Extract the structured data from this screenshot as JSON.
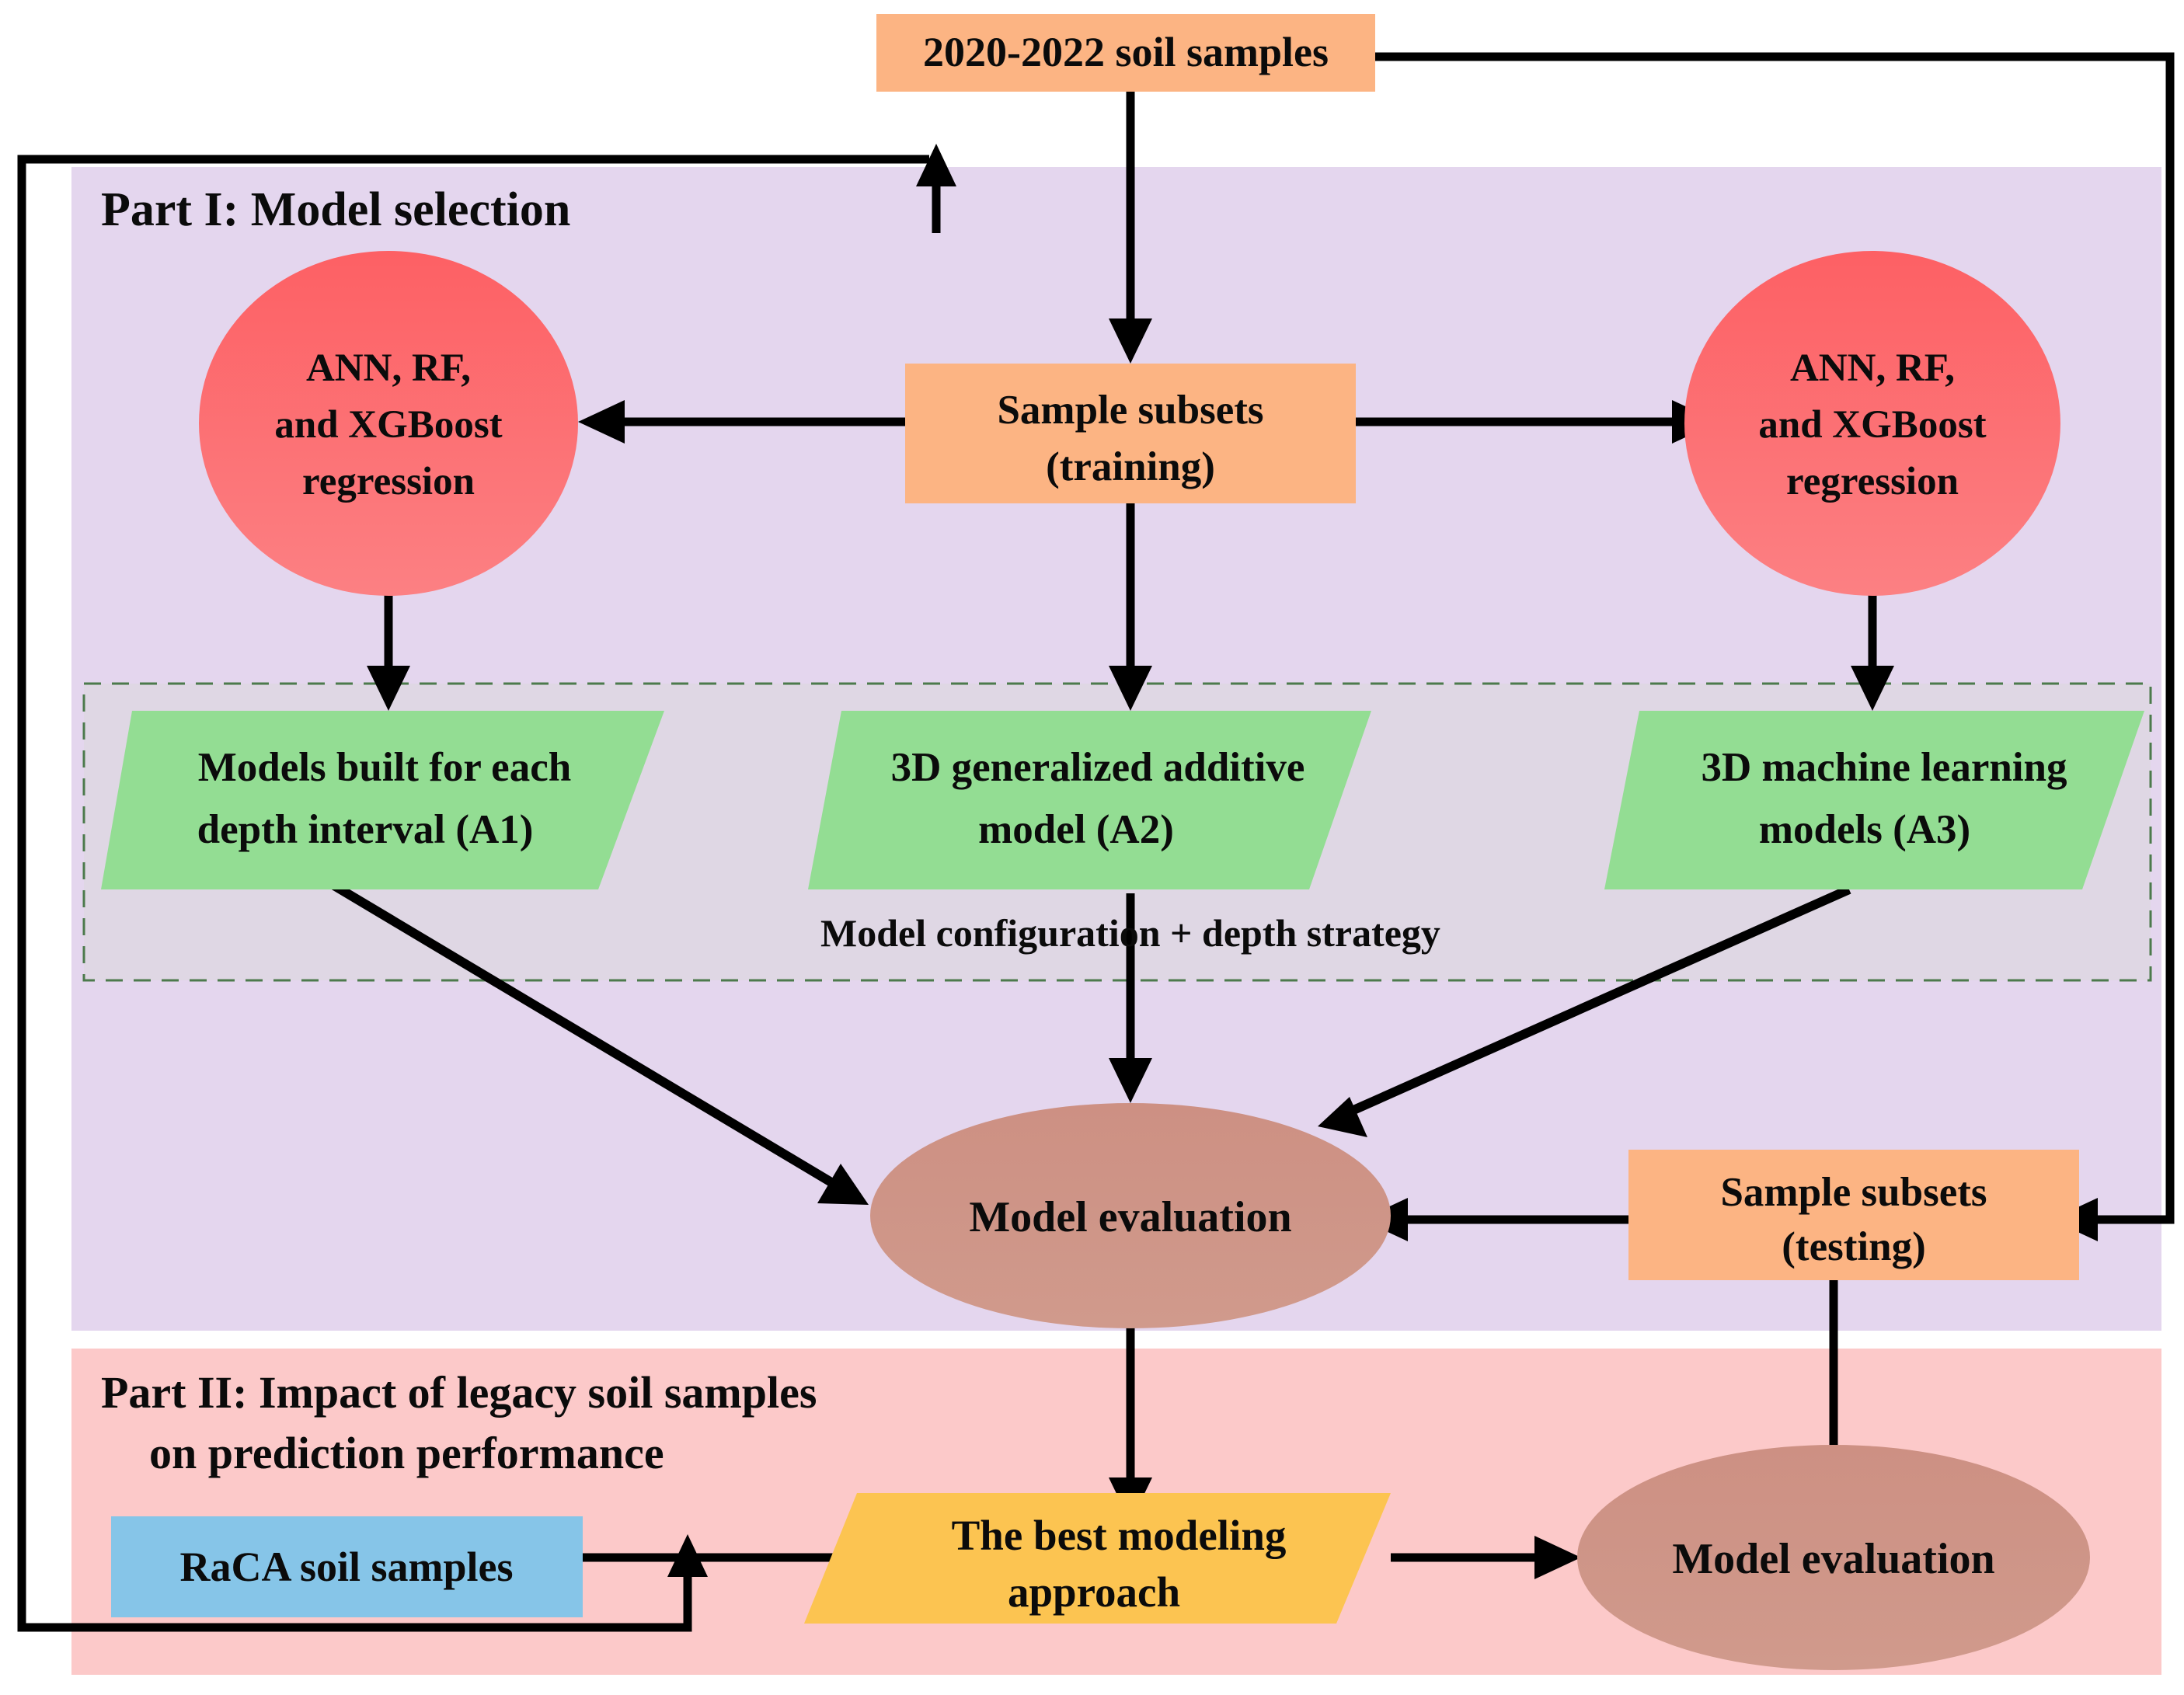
{
  "figure": {
    "type": "flowchart",
    "description": "Two-part soil-property modeling workflow diagram"
  },
  "panels": {
    "part1": {
      "title": "Part I: Model selection",
      "title_color": "#7b2fb5",
      "bg_color": "#e4d6ee"
    },
    "part2": {
      "title_line1": "Part II: Impact of legacy soil samples",
      "title_line2": "on prediction performance",
      "title_color": "#e00000",
      "bg_color": "#fcc9c9"
    }
  },
  "dashed_group": {
    "caption": "Model configuration + depth strategy",
    "caption_color": "#2e8b33",
    "border_color": "#4c7a4c",
    "bg_color": "#dfd7e4"
  },
  "nodes": {
    "soil_samples": {
      "label": "2020-2022 soil samples",
      "shape": "rect",
      "color": "#fcb483"
    },
    "subsets_training": {
      "label_line1": "Sample subsets",
      "label_line2": "(training)",
      "shape": "rect",
      "color": "#fcb483"
    },
    "subsets_testing": {
      "label_line1": "Sample subsets",
      "label_line2": "(testing)",
      "shape": "rect",
      "color": "#fcb483"
    },
    "regression_left": {
      "label_line1": "ANN, RF,",
      "label_line2": "and XGBoost",
      "label_line3": "regression",
      "shape": "circle",
      "color": "#fc6b6f"
    },
    "regression_right": {
      "label_line1": "ANN, RF,",
      "label_line2": "and XGBoost",
      "label_line3": "regression",
      "shape": "circle",
      "color": "#fc6b6f"
    },
    "a1": {
      "label_line1": "Models built for each",
      "label_line2": "depth interval (A1)",
      "shape": "parallelogram",
      "color": "#93dd93"
    },
    "a2": {
      "label_line1": "3D generalized additive",
      "label_line2": "model (A2)",
      "shape": "parallelogram",
      "color": "#93dd93"
    },
    "a3": {
      "label_line1": "3D machine learning",
      "label_line2": "models (A3)",
      "shape": "parallelogram",
      "color": "#93dd93"
    },
    "model_eval_1": {
      "label": "Model evaluation",
      "shape": "ellipse",
      "color": "#cf9687"
    },
    "model_eval_2": {
      "label": "Model evaluation",
      "shape": "ellipse",
      "color": "#cf9687"
    },
    "raca": {
      "label": "RaCA  soil samples",
      "shape": "rect",
      "color": "#86c5e8"
    },
    "best_approach": {
      "label_line1": "The best modeling",
      "label_line2": "approach",
      "shape": "parallelogram",
      "color": "#fcc451"
    }
  },
  "edges": [
    {
      "from": "soil_samples",
      "to": "subsets_training",
      "style": "arrow-down"
    },
    {
      "from": "soil_samples",
      "to": "subsets_testing",
      "style": "arrow-right-down-left"
    },
    {
      "from": "subsets_training",
      "to": "regression_left",
      "style": "arrow-left"
    },
    {
      "from": "subsets_training",
      "to": "regression_right",
      "style": "arrow-right"
    },
    {
      "from": "subsets_training",
      "to": "a2",
      "style": "arrow-down"
    },
    {
      "from": "regression_left",
      "to": "a1",
      "style": "arrow-down"
    },
    {
      "from": "regression_right",
      "to": "a3",
      "style": "arrow-down"
    },
    {
      "from": "a1",
      "to": "model_eval_1",
      "style": "arrow-diagonal"
    },
    {
      "from": "a2",
      "to": "model_eval_1",
      "style": "arrow-down"
    },
    {
      "from": "a3",
      "to": "model_eval_1",
      "style": "arrow-diagonal"
    },
    {
      "from": "subsets_testing",
      "to": "model_eval_1",
      "style": "arrow-left"
    },
    {
      "from": "subsets_testing",
      "to": "model_eval_2",
      "style": "arrow-down"
    },
    {
      "from": "model_eval_1",
      "to": "best_approach",
      "style": "arrow-down"
    },
    {
      "from": "raca",
      "to": "best_approach",
      "style": "arrow-right"
    },
    {
      "from": "best_approach",
      "to": "model_eval_2",
      "style": "arrow-right"
    },
    {
      "from": "part2-loop",
      "to": "subsets_training",
      "style": "feedback-left-up"
    }
  ],
  "colors": {
    "orange": "#fcb483",
    "salmon": "#fc6b6f",
    "green": "#93dd93",
    "brown": "#cf9687",
    "blue": "#86c5e8",
    "amber": "#fcc451",
    "purple_text": "#7b2fb5",
    "red_text": "#e00000",
    "green_text": "#2e8b33",
    "panel_purple": "#e4d6ee",
    "panel_pink": "#fcc9c9",
    "stroke": "#000000"
  }
}
